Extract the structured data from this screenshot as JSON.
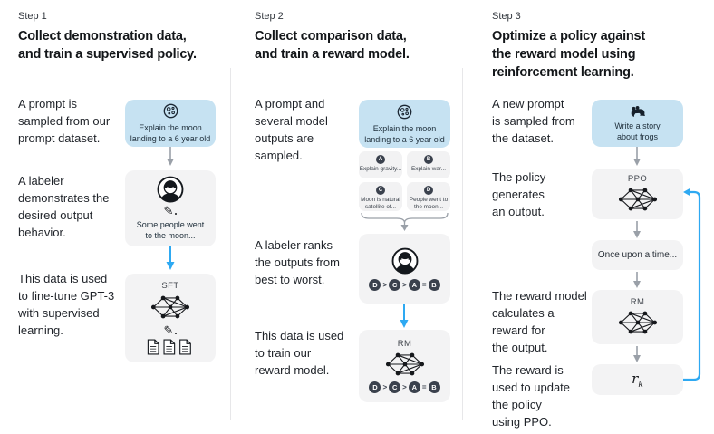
{
  "colors": {
    "prompt_box_bg": "#c6e2f2",
    "panel_box_bg": "#f3f3f4",
    "chip_bg": "#3a414d",
    "arrow_gray": "#9aa0a8",
    "arrow_blue": "#2ea9f2",
    "divider": "#e7e7e9",
    "heading_text": "#131619",
    "body_text": "#1f2329"
  },
  "icons": {
    "pencil_glyph": "✎"
  },
  "steps": [
    {
      "label": "Step 1",
      "title": "Collect demonstration data,\nand train a supervised policy.",
      "captions": [
        "A prompt is\nsampled from our\nprompt dataset.",
        "A labeler\ndemonstrates the\ndesired output\nbehavior.",
        "This data is used\nto fine-tune GPT-3\nwith supervised\nlearning."
      ],
      "prompt_box": {
        "text": "Explain the moon\nlanding to a 6 year old"
      },
      "labeler_box": {
        "text": "Some people went\nto the moon..."
      },
      "model_box": {
        "name": "SFT"
      }
    },
    {
      "label": "Step 2",
      "title": "Collect comparison data,\nand train a reward model.",
      "captions": [
        "A prompt and\nseveral model\noutputs are\nsampled.",
        "A labeler ranks\nthe outputs from\nbest to worst.",
        "This data is used\nto train our\nreward model."
      ],
      "prompt_box": {
        "text": "Explain the moon\nlanding to a 6 year old"
      },
      "outputs": [
        {
          "letter": "A",
          "text": "Explain gravity..."
        },
        {
          "letter": "B",
          "text": "Explain war..."
        },
        {
          "letter": "C",
          "text": "Moon is natural\nsatellite of..."
        },
        {
          "letter": "D",
          "text": "People went to\nthe moon..."
        }
      ],
      "ranking": [
        "D",
        ">",
        "C",
        ">",
        "A",
        "=",
        "B"
      ],
      "model_box": {
        "name": "RM"
      }
    },
    {
      "label": "Step 3",
      "title": "Optimize a policy against\nthe reward model using\nreinforcement learning.",
      "captions": [
        "A new prompt\nis sampled from\nthe dataset.",
        "The policy\ngenerates\nan output.",
        "The reward model\ncalculates a\nreward for\nthe output.",
        "The reward is\nused to update\nthe policy\nusing PPO."
      ],
      "prompt_box": {
        "text": "Write a story\nabout frogs"
      },
      "policy_box": {
        "name": "PPO"
      },
      "output_box": {
        "text": "Once upon a time..."
      },
      "reward_model_box": {
        "name": "RM"
      },
      "reward_box": {
        "var": "r",
        "sub": "k"
      }
    }
  ]
}
